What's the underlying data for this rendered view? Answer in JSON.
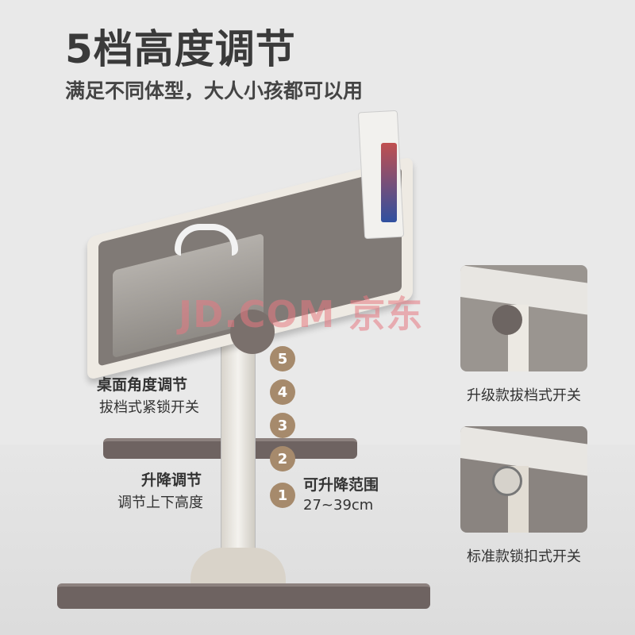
{
  "header": {
    "title": "5档高度调节",
    "subtitle": "满足不同体型，大人小孩都可以用"
  },
  "watermark": "JD.COM 京东",
  "steps": [
    "5",
    "4",
    "3",
    "2",
    "1"
  ],
  "labels": {
    "angle_title": "桌面角度调节",
    "angle_desc": "拔档式紧锁开关",
    "lift_title": "升降调节",
    "lift_desc": "调节上下高度",
    "range_title": "可升降范围",
    "range_value": "27~39cm"
  },
  "thumbnails": [
    {
      "caption": "升级款拔档式开关"
    },
    {
      "caption": "标准款锁扣式开关"
    }
  ],
  "colors": {
    "step": "#a68a6c",
    "base": "#6e6361",
    "text": "#3a3a3a"
  }
}
